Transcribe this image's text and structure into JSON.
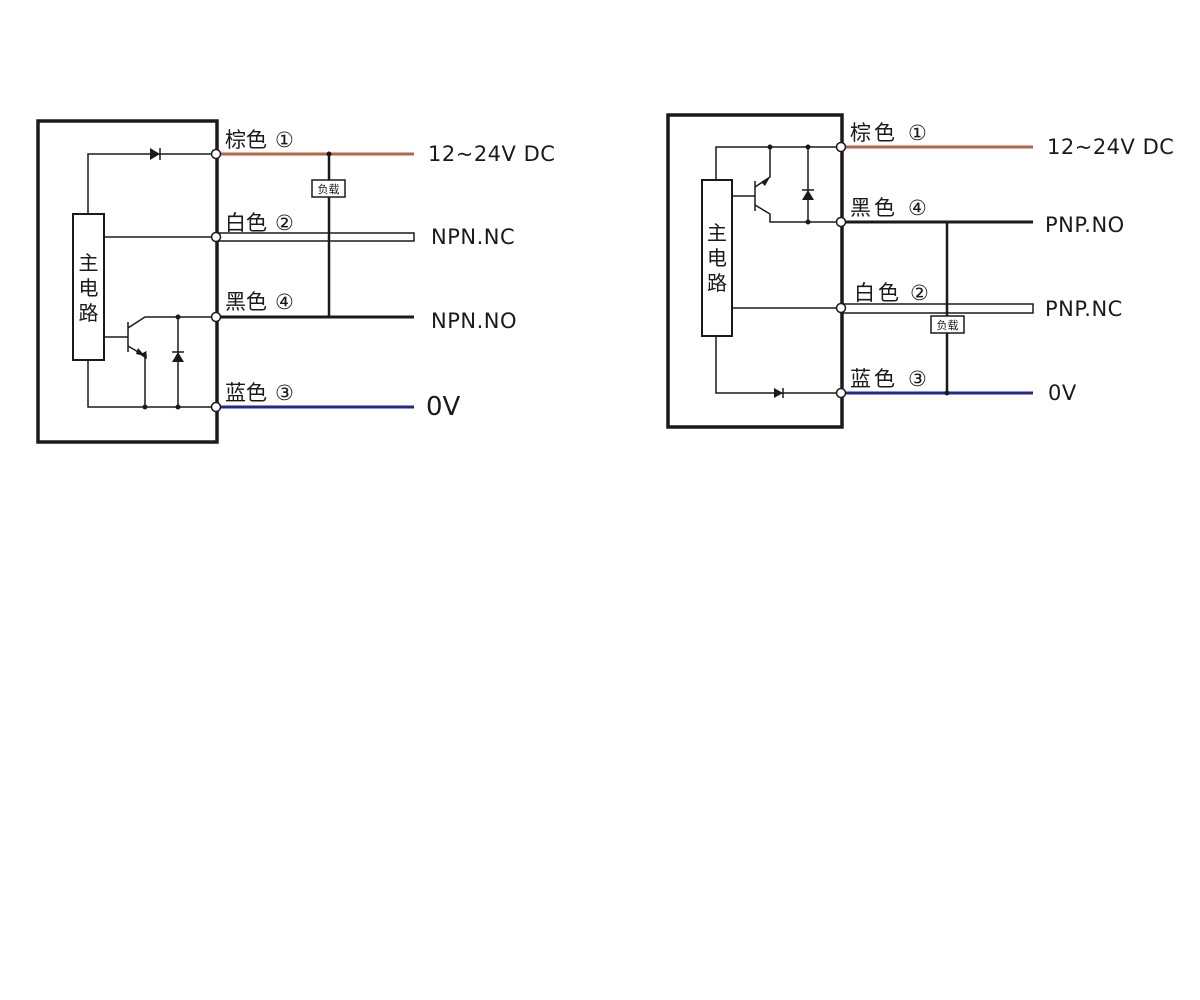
{
  "colors": {
    "brown": "#b5654a",
    "blue": "#22288f",
    "black": "#1a1a1a"
  },
  "icons": [
    "diode-icon",
    "transistor-icon",
    "load-resistor-icon",
    "terminal-icon"
  ],
  "npn": {
    "main_circuit": [
      "主",
      "电",
      "路"
    ],
    "wires": {
      "brown": {
        "color_label": "棕色",
        "num": "①",
        "signal": "12~24V DC"
      },
      "white": {
        "color_label": "白色",
        "num": "②",
        "signal": "NPN.NC"
      },
      "black": {
        "color_label": "黑色",
        "num": "④",
        "signal": "NPN.NO"
      },
      "blue": {
        "color_label": "蓝色",
        "num": "③",
        "signal": "0V"
      }
    },
    "load_label": "负载"
  },
  "pnp": {
    "main_circuit": [
      "主",
      "电",
      "路"
    ],
    "wires": {
      "brown": {
        "color_label": "棕色",
        "num": "①",
        "signal": "12~24V DC"
      },
      "black": {
        "color_label": "黑色",
        "num": "④",
        "signal": "PNP.NO"
      },
      "white": {
        "color_label": "白色",
        "num": "②",
        "signal": "PNP.NC"
      },
      "blue": {
        "color_label": "蓝色",
        "num": "③",
        "signal": "0V"
      }
    },
    "load_label": "负载"
  }
}
